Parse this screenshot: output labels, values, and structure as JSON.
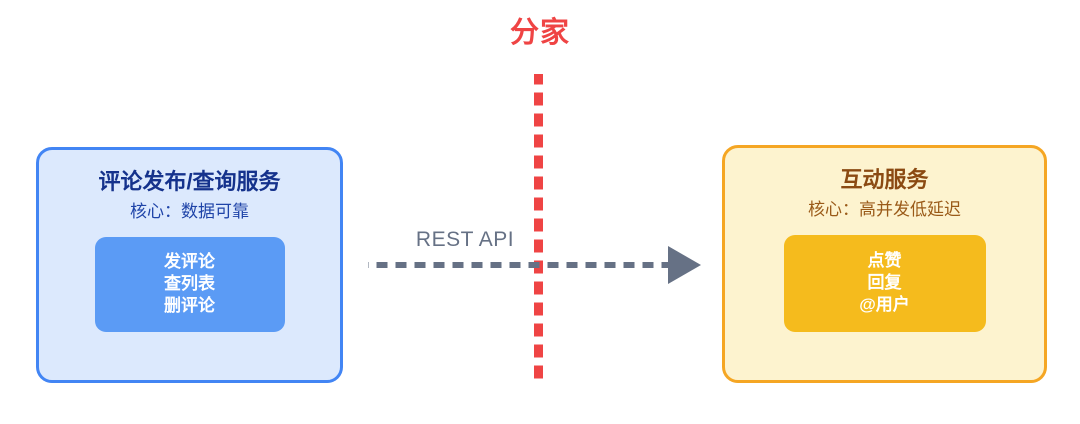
{
  "diagram": {
    "split_title": "分家",
    "split_title_color": "#ef4444",
    "connector": {
      "label": "REST API",
      "label_color": "#667185",
      "direction": "left-to-right",
      "style": "dashed"
    },
    "services": [
      {
        "id": "comment-service",
        "title": "评论发布/查询服务",
        "subtitle": "核心：数据可靠",
        "accent_color": "#4285f4",
        "fill_color": "#dce9fd",
        "chip_color": "#5b9bf5",
        "operations": [
          "发评论",
          "查列表",
          "删评论"
        ]
      },
      {
        "id": "interaction-service",
        "title": "互动服务",
        "subtitle": "核心：高并发低延迟",
        "accent_color": "#f5a623",
        "fill_color": "#fdf3cf",
        "chip_color": "#f5bb1d",
        "operations": [
          "点赞",
          "回复",
          "@用户"
        ]
      }
    ]
  }
}
